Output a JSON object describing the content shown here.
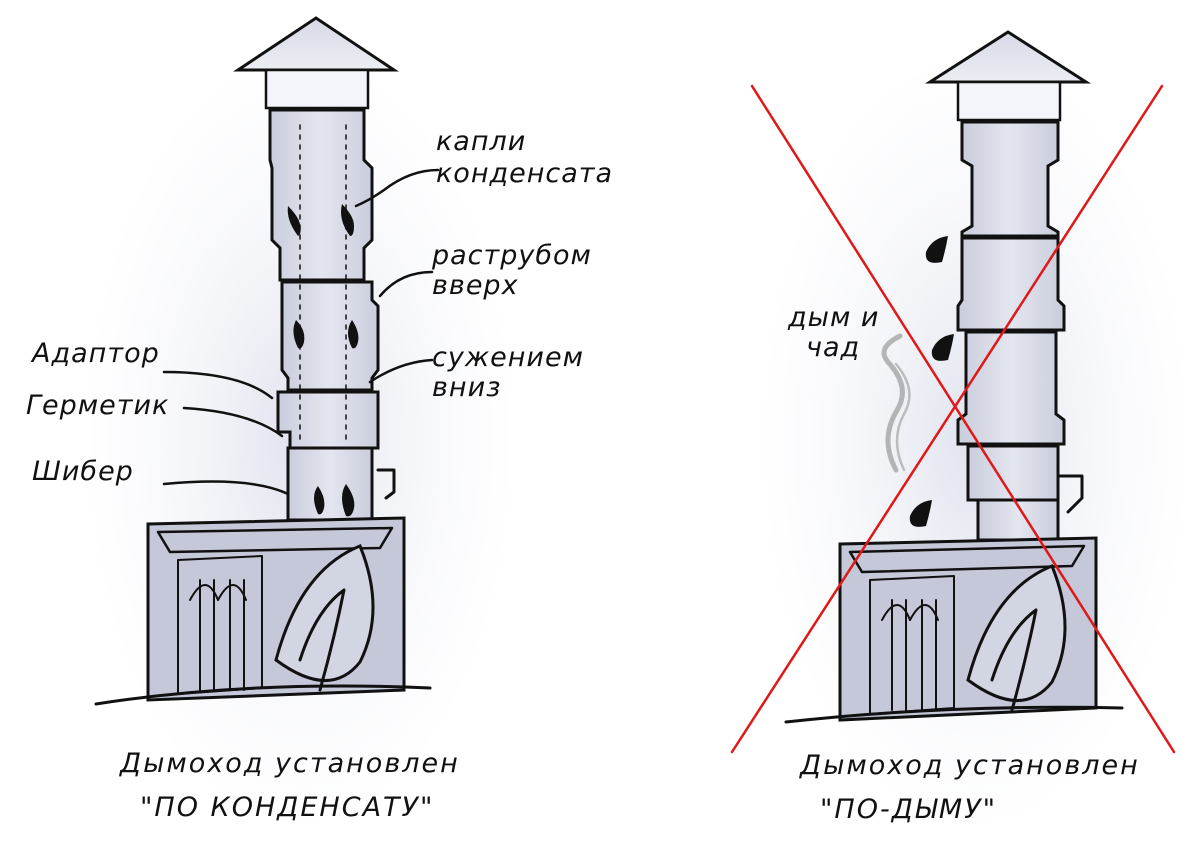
{
  "left_panel": {
    "callouts": {
      "drops": [
        "капли",
        "конденсата"
      ],
      "socket_up": [
        "раструбом",
        "вверх"
      ],
      "narrow_down": [
        "сужением",
        "вниз"
      ],
      "adapter": "Адаптор",
      "sealant": "Герметик",
      "damper": "Шибер"
    },
    "caption": [
      "Дымоход установлен",
      "\"ПО КОНДЕНСАТУ\""
    ]
  },
  "right_panel": {
    "callouts": {
      "smoke": [
        "дым и",
        "чад"
      ]
    },
    "caption": [
      "Дымоход установлен",
      "\"ПО-ДЫМУ\""
    ]
  },
  "colors": {
    "ink": "#111111",
    "pipe_fill": "#d9dce8",
    "stove_fill": "#c4c8d8",
    "cross": "#e01818"
  }
}
